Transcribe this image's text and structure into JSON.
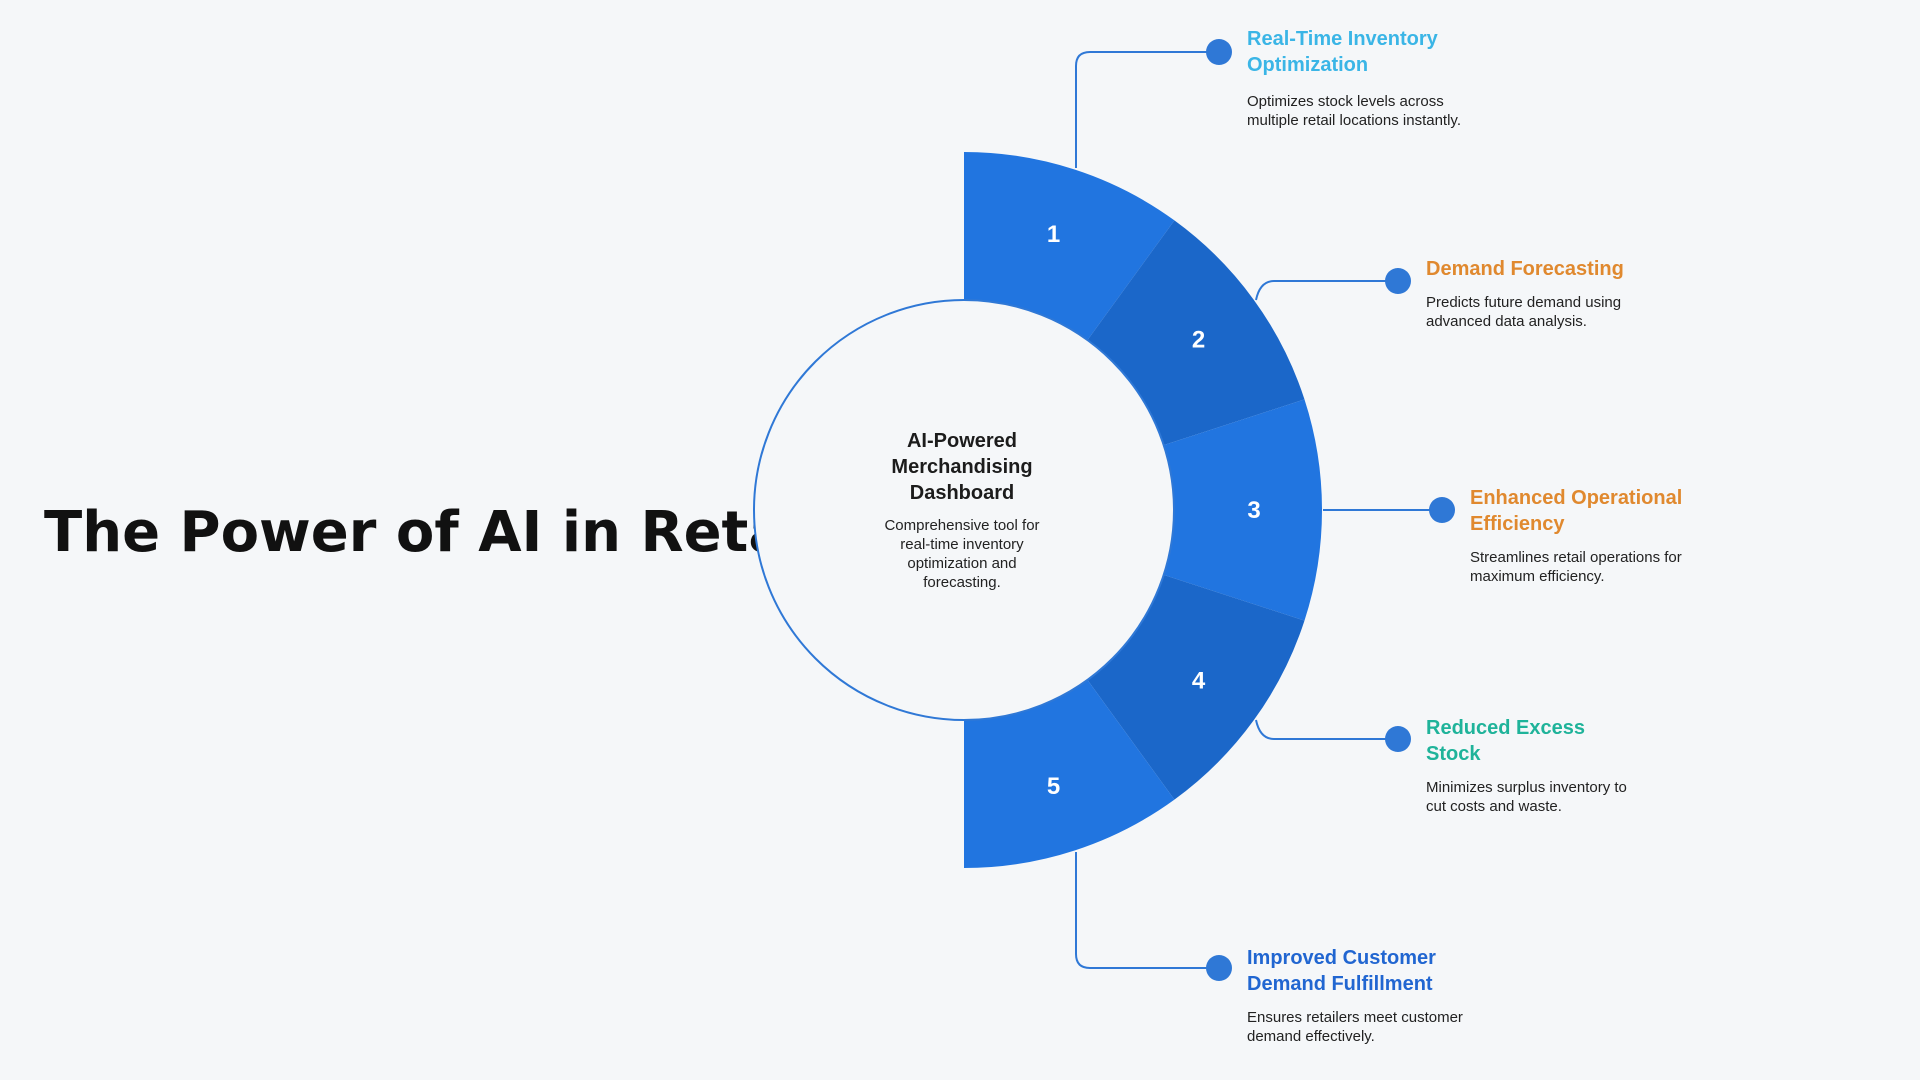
{
  "title": "The Power of AI in Retail",
  "hub": {
    "title": "AI-Powered Merchandising Dashboard",
    "description": "Comprehensive tool for real-time inventory optimization and forecasting."
  },
  "colors": {
    "background": "#f5f7f9",
    "segment": "#2175e0",
    "segment_shade": "#1b67c9",
    "connector": "#2f78d6",
    "title_blue": "#3ab5e6",
    "title_orange": "#e0892f",
    "title_teal": "#1fb39a",
    "title_navy": "#2166d1"
  },
  "items": [
    {
      "number": "1",
      "title": "Real-Time Inventory Optimization",
      "description": "Optimizes stock levels across multiple retail locations instantly.",
      "color": "#3ab5e6"
    },
    {
      "number": "2",
      "title": "Demand Forecasting",
      "description": "Predicts future demand using advanced data analysis.",
      "color": "#e0892f"
    },
    {
      "number": "3",
      "title": "Enhanced Operational Efficiency",
      "description": "Streamlines retail operations for maximum efficiency.",
      "color": "#e0892f"
    },
    {
      "number": "4",
      "title": "Reduced Excess Stock",
      "description": "Minimizes surplus inventory to cut costs and waste.",
      "color": "#1fb39a"
    },
    {
      "number": "5",
      "title": "Improved Customer Demand Fulfillment",
      "description": "Ensures retailers meet customer demand effectively.",
      "color": "#2166d1"
    }
  ]
}
